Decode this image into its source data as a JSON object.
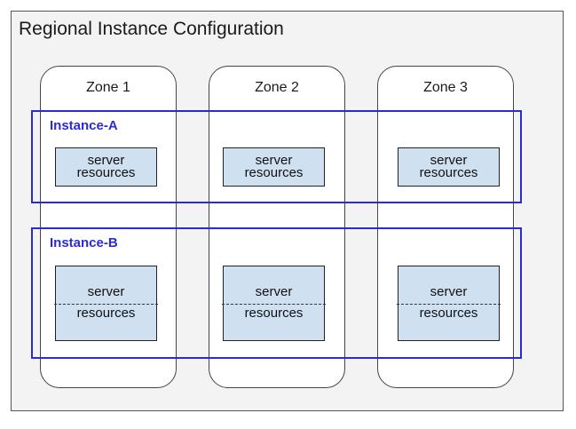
{
  "diagram": {
    "title": "Regional Instance Configuration",
    "zones": [
      "Zone 1",
      "Zone 2",
      "Zone 3"
    ],
    "instances": [
      "Instance-A",
      "Instance-B"
    ],
    "resource_line1": "server",
    "resource_line2": "resources",
    "colors": {
      "instance_border": "#2b2bd6",
      "resource_fill": "#cfe0f1",
      "region_fill": "#f3f3f3"
    }
  }
}
